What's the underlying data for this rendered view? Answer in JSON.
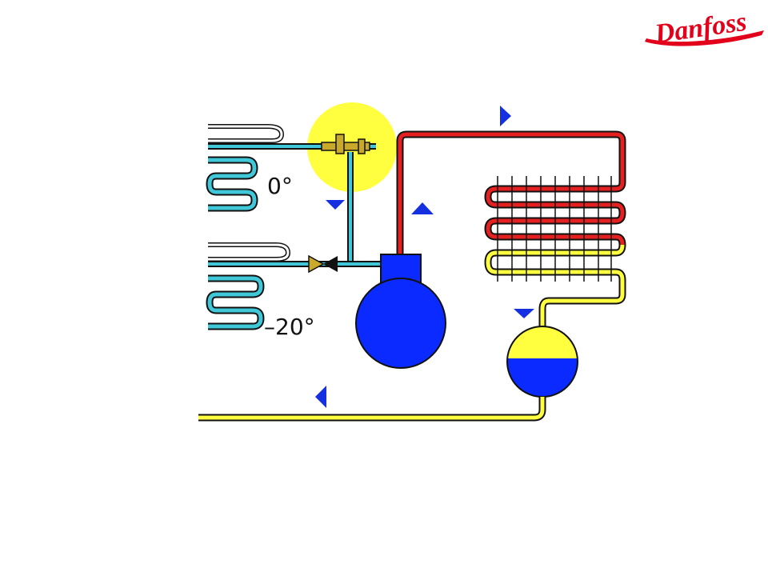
{
  "brand": {
    "logo_text": "Danfoss",
    "logo_color": "#e2001a"
  },
  "diagram": {
    "labels": {
      "upper_evaporator_temp": "0°",
      "lower_evaporator_temp": "–20°"
    },
    "colors": {
      "suction_line": "#40c8d8",
      "discharge_line": "#e52020",
      "liquid_line": "#ffff40",
      "compressor": "#0a2aff",
      "highlight": "#ffff40",
      "flow_arrow": "#1530e0"
    },
    "components": [
      "upper-evaporator",
      "lower-evaporator",
      "evaporator-pressure-regulator",
      "check-valve",
      "compressor",
      "condenser",
      "receiver"
    ]
  }
}
